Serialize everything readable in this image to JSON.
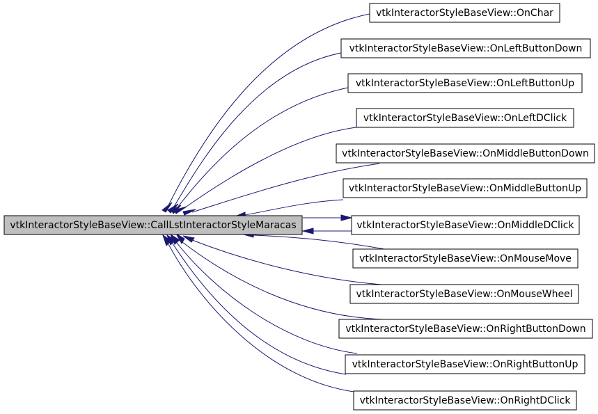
{
  "colors": {
    "edge": "#191970",
    "focus_fill": "#bfbfbf",
    "node_fill": "#ffffff",
    "border": "#000000"
  },
  "focus": {
    "label": "vtkInteractorStyleBaseView::CallLstInteractorStyleMaracas"
  },
  "callers": [
    {
      "id": "onchar",
      "label": "vtkInteractorStyleBaseView::OnChar"
    },
    {
      "id": "onleftbuttondown",
      "label": "vtkInteractorStyleBaseView::OnLeftButtonDown"
    },
    {
      "id": "onleftbuttonup",
      "label": "vtkInteractorStyleBaseView::OnLeftButtonUp"
    },
    {
      "id": "onleftdclick",
      "label": "vtkInteractorStyleBaseView::OnLeftDClick"
    },
    {
      "id": "onmiddlebuttondown",
      "label": "vtkInteractorStyleBaseView::OnMiddleButtonDown"
    },
    {
      "id": "onmiddlebuttonup",
      "label": "vtkInteractorStyleBaseView::OnMiddleButtonUp"
    },
    {
      "id": "onmiddledclick",
      "label": "vtkInteractorStyleBaseView::OnMiddleDClick"
    },
    {
      "id": "onmousemove",
      "label": "vtkInteractorStyleBaseView::OnMouseMove"
    },
    {
      "id": "onmousewheel",
      "label": "vtkInteractorStyleBaseView::OnMouseWheel"
    },
    {
      "id": "onrightbuttondown",
      "label": "vtkInteractorStyleBaseView::OnRightButtonDown"
    },
    {
      "id": "onrightbuttonup",
      "label": "vtkInteractorStyleBaseView::OnRightButtonUp"
    },
    {
      "id": "onrightdclick",
      "label": "vtkInteractorStyleBaseView::OnRightDClick"
    }
  ]
}
